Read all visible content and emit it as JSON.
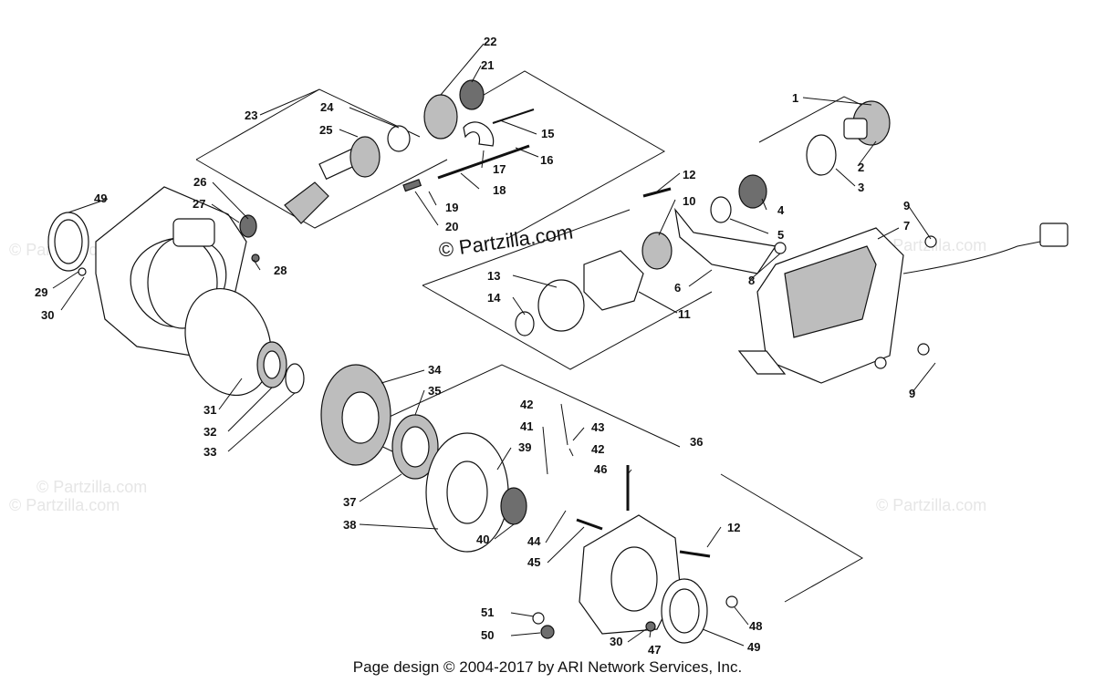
{
  "watermark_main": "© Partzilla.com",
  "watermark_faint": "© Partzilla.com",
  "footer": "Page design © 2004-2017 by ARI Network Services, Inc.",
  "callouts": {
    "c1": "1",
    "c2": "2",
    "c3": "3",
    "c4": "4",
    "c5": "5",
    "c6": "6",
    "c7": "7",
    "c8": "8",
    "c9a": "9",
    "c9b": "9",
    "c10": "10",
    "c11": "11",
    "c12a": "12",
    "c12b": "12",
    "c13": "13",
    "c14": "14",
    "c15": "15",
    "c16": "16",
    "c17": "17",
    "c18": "18",
    "c19": "19",
    "c20": "20",
    "c21": "21",
    "c22": "22",
    "c23": "23",
    "c24": "24",
    "c25": "25",
    "c26": "26",
    "c27": "27",
    "c28": "28",
    "c29": "29",
    "c30a": "30",
    "c30b": "30",
    "c31": "31",
    "c32": "32",
    "c33": "33",
    "c34": "34",
    "c35": "35",
    "c36": "36",
    "c37": "37",
    "c38": "38",
    "c39": "39",
    "c40": "40",
    "c41": "41",
    "c42a": "42",
    "c42b": "42",
    "c43": "43",
    "c44": "44",
    "c45": "45",
    "c46": "46",
    "c47": "47",
    "c48": "48",
    "c49a": "49",
    "c49b": "49",
    "c50": "50",
    "c51": "51"
  }
}
